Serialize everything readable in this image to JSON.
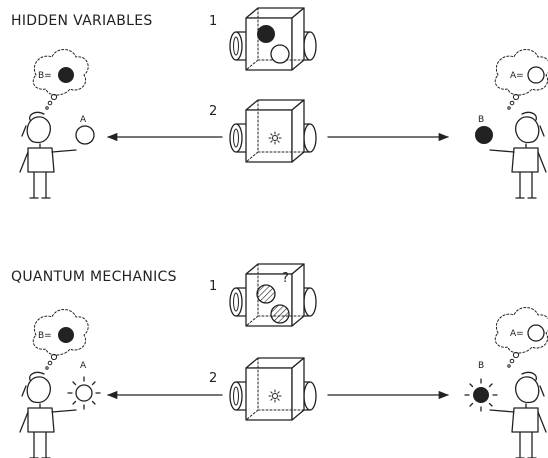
{
  "panels": {
    "hidden": {
      "title": "HIDDEN VARIABLES",
      "step1": "1",
      "step2": "2",
      "left_thought": "B=",
      "right_thought": "A=",
      "left_ball_label": "A",
      "right_ball_label": "B"
    },
    "quantum": {
      "title": "QUANTUM MECHANICS",
      "step1": "1",
      "step2": "2",
      "question_mark": "?",
      "left_thought": "B=",
      "right_thought": "A=",
      "left_ball_label": "A",
      "right_ball_label": "B"
    }
  },
  "colors": {
    "ink": "#222222",
    "paper": "#ffffff"
  }
}
